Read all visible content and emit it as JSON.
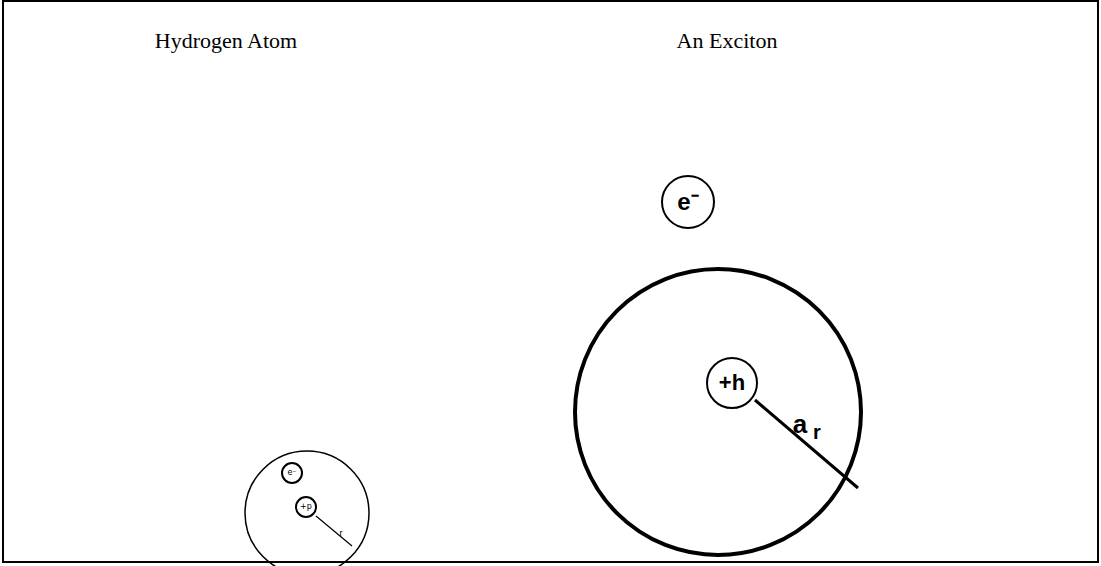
{
  "diagram": {
    "nodes": [
      {
        "text": [
          "e⁻"
        ]
      },
      {
        "text": [
          "+p"
        ]
      },
      {
        "text": [
          "e⁻"
        ]
      },
      {
        "text": [
          "+h"
        ]
      }
    ],
    "labels": [
      "Hydrogen Atom",
      "An Exciton",
      "r",
      "a",
      "r"
    ]
  }
}
